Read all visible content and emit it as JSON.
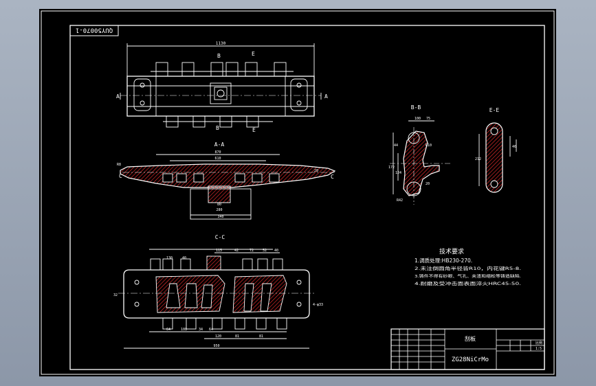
{
  "drawing_number": "QUY50070-1",
  "views": {
    "top": {
      "section_marks": [
        "B",
        "E",
        "B",
        "E",
        "A",
        "A"
      ],
      "dims": {
        "overall_length": "1130"
      }
    },
    "section_aa": {
      "title": "A-A",
      "labels": [
        "870",
        "610",
        "20",
        "C",
        "C",
        "R8",
        "R"
      ],
      "dims": [
        "80",
        "280",
        "340"
      ]
    },
    "section_bb": {
      "title": "B-B",
      "dims": [
        "100",
        "75",
        "44",
        "R10",
        "172",
        "124",
        "R42",
        "20"
      ]
    },
    "section_ee": {
      "title": "E-E",
      "dims": [
        "212",
        "46"
      ]
    },
    "section_cc": {
      "title": "C-C",
      "top_dims": [
        "130",
        "40",
        "115",
        "42",
        "72",
        "52",
        "40"
      ],
      "bottom_dims": [
        "64",
        "108",
        "34",
        "64",
        "120",
        "81",
        "81"
      ],
      "overall": "950",
      "side_dim": "32",
      "hole_note": "4-φ33"
    }
  },
  "tech_requirements": {
    "title": "技术要求",
    "items": [
      "1.调质处理:HB230-270.",
      "2.未注倒圆角半径皆R10，内花键R5-8.",
      "3.铸件不得有砂眼、气孔、夹渣和缩松等铸造缺陷.",
      "4.耐磨及受冲击面表面淬火HRC45-50."
    ]
  },
  "title_block": {
    "part_name": "刮板",
    "material": "ZG28NiCrMo",
    "scale_label": "比例",
    "scale": "1:5"
  },
  "colors": {
    "background": "#000000",
    "lines": "#ffffff",
    "hatch": "#ff3030",
    "outer_gradient_top": "#aab4c2"
  }
}
